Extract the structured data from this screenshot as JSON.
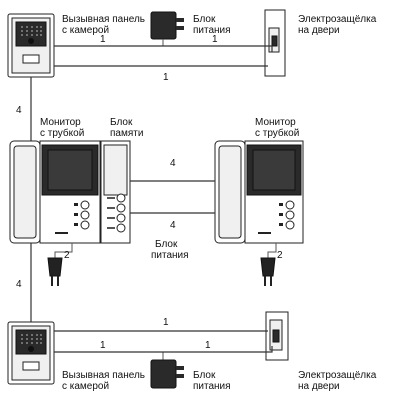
{
  "labels": {
    "call_panel_top_1": "Вызывная панель",
    "call_panel_top_2": "с камерой",
    "psu_top_1": "Блок",
    "psu_top_2": "питания",
    "lock_top_1": "Электрозащёлка",
    "lock_top_2": "на двери",
    "monitor_left_1": "Монитор",
    "monitor_left_2": "с трубкой",
    "memory_1": "Блок",
    "memory_2": "памяти",
    "monitor_right_1": "Монитор",
    "monitor_right_2": "с трубкой",
    "psu_mid_1": "Блок",
    "psu_mid_2": "питания",
    "call_panel_bot_1": "Вызывная панель",
    "call_panel_bot_2": "с камерой",
    "psu_bot_1": "Блок",
    "psu_bot_2": "питания",
    "lock_bot_1": "Электрозащёлка",
    "lock_bot_2": "на двери"
  },
  "wire_counts": {
    "top_panel_to_psu": "1",
    "top_psu_to_lock": "1",
    "top_panel_to_lock": "1",
    "top_panel_to_monitor": "4",
    "monitor_link_top": "4",
    "monitor_link_bottom": "4",
    "left_plug": "2",
    "right_plug": "2",
    "bottom_panel_to_monitor": "4",
    "bot_panel_to_lock": "1",
    "bot_panel_to_psu": "1",
    "bot_psu_to_lock": "1"
  },
  "device_icons": {
    "call_panel": "intercom-panel-icon",
    "psu": "power-adapter-icon",
    "lock": "door-lock-icon",
    "monitor": "video-monitor-icon",
    "memory": "memory-module-icon",
    "plug": "power-plug-icon"
  }
}
